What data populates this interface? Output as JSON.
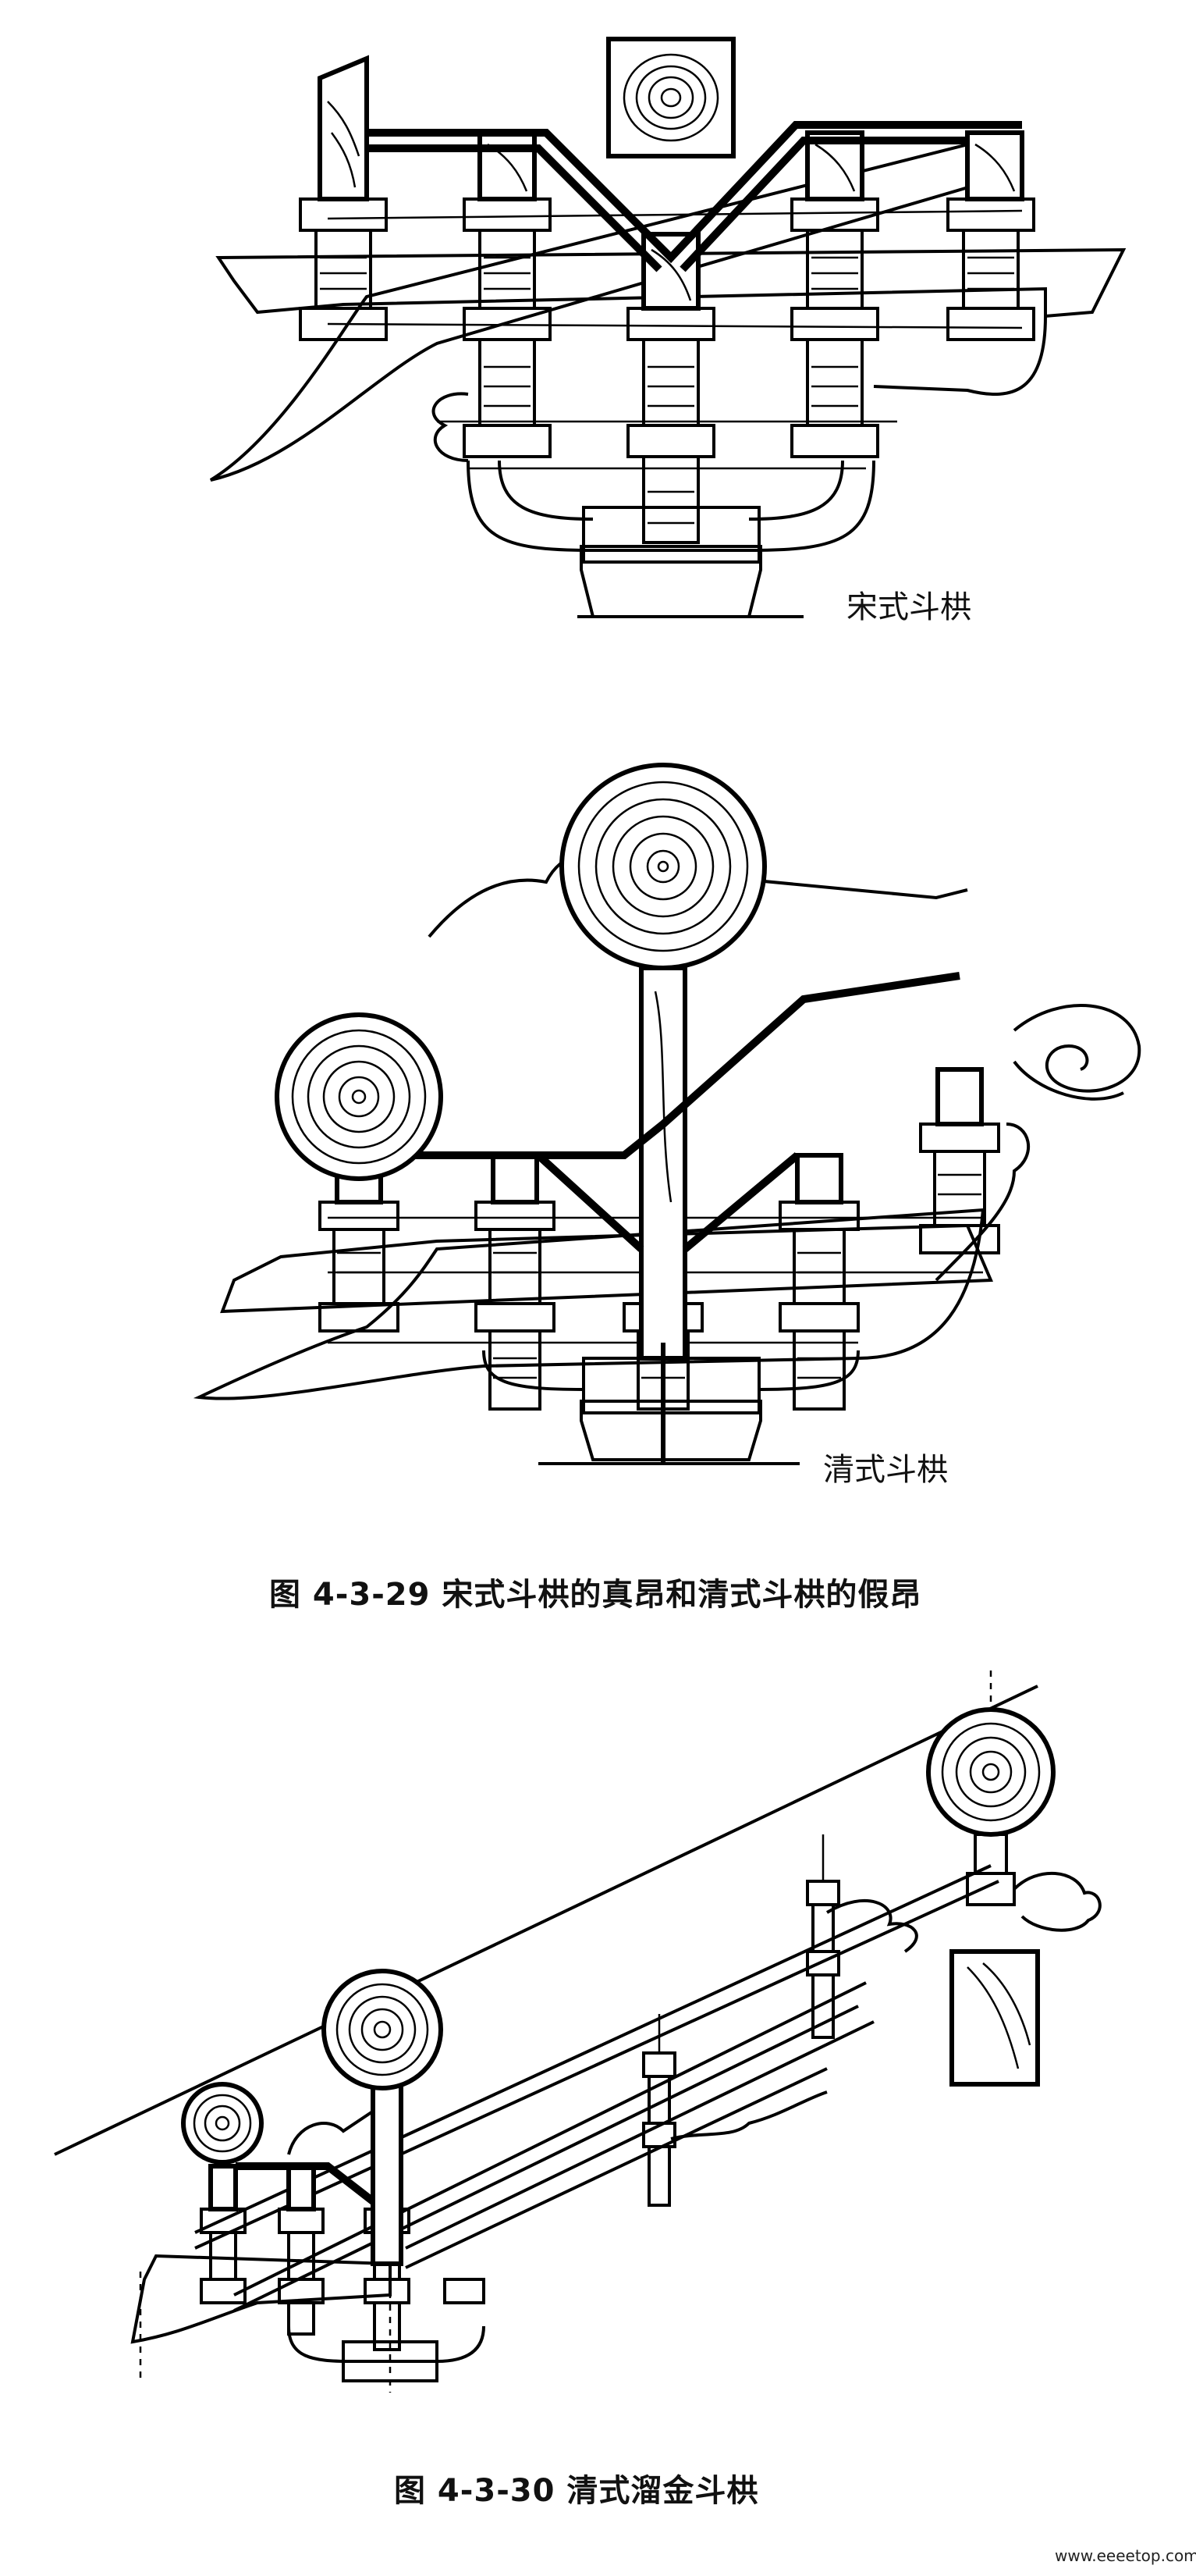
{
  "figure_1": {
    "song_label": "宋式斗栱",
    "qing_label": "清式斗栱",
    "caption": "图 4-3-29   宋式斗栱的真昂和清式斗栱的假昂"
  },
  "figure_2": {
    "caption": "图 4-3-30  清式溜金斗栱"
  },
  "watermark": "www.eeeetop.com"
}
